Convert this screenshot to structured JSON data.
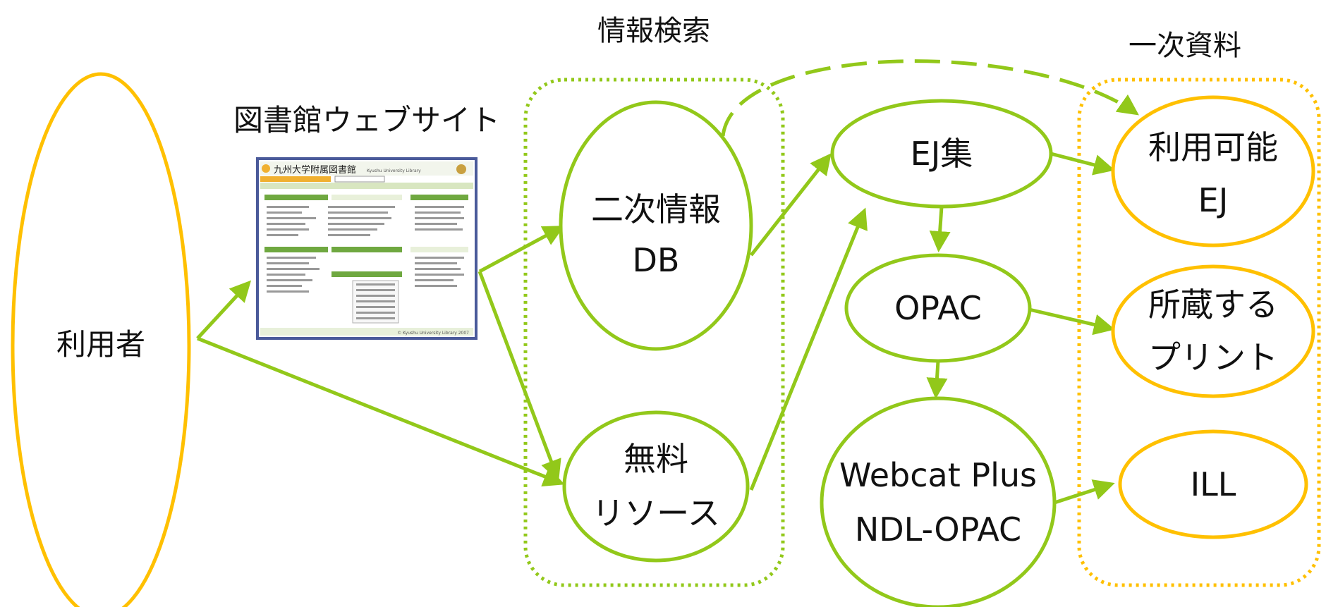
{
  "colors": {
    "yellow": "#FFC000",
    "green": "#92C81A",
    "text": "#111111",
    "thumb_border": "#4A5A9A",
    "thumb_header": "#6FA840"
  },
  "titles": {
    "search": "情報検索",
    "primary": "一次資料",
    "website": "図書館ウェブサイト"
  },
  "nodes": {
    "user": "利用者",
    "secondary_db": [
      "二次情報",
      "DB"
    ],
    "free_resources": [
      "無料",
      "リソース"
    ],
    "ej_collection": "EJ集",
    "opac": "OPAC",
    "webcat": [
      "Webcat Plus",
      "NDL-OPAC"
    ],
    "available_ej": [
      "利用可能",
      "EJ"
    ],
    "holdings_print": [
      "所蔵する",
      "プリント"
    ],
    "ill": "ILL"
  },
  "website_thumbnail": {
    "site_name": "九州大学附属図書館",
    "site_name_en": "Kyushu University Library",
    "footer": "© Kyushu University Library 2007"
  }
}
